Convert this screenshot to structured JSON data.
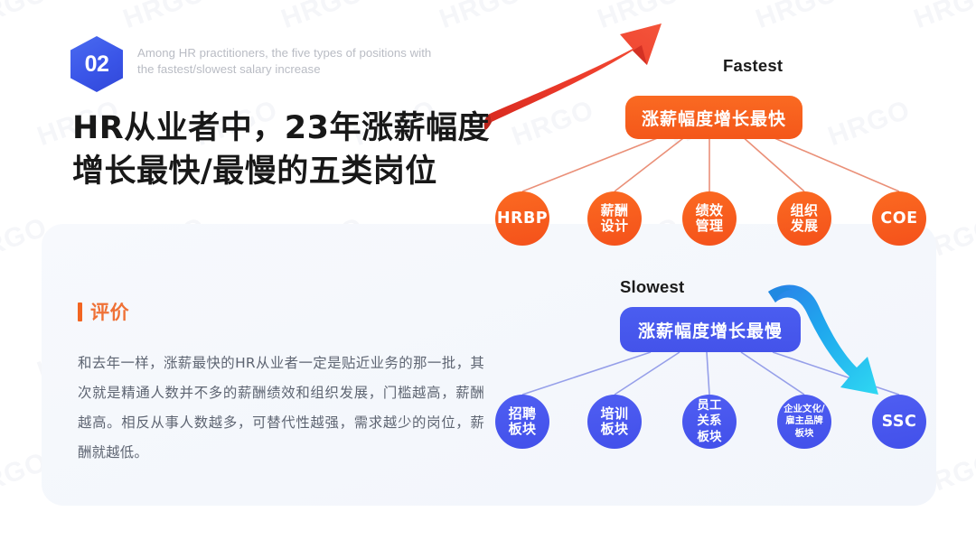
{
  "header": {
    "badge_number": "02",
    "subtitle_en": "Among HR practitioners, the five types of positions with the fastest/slowest salary increase",
    "title_line1": "HR从业者中，23年涨薪幅度",
    "title_line2": "增长最快/最慢的五类岗位"
  },
  "evaluation": {
    "heading": "评价",
    "body": "和去年一样，涨薪最快的HR从业者一定是贴近业务的那一批，其次就是精通人数并不多的薪酬绩效和组织发展，门槛越高，薪酬越高。相反从事人数越多，可替代性越强，需求越少的岗位，薪酬就越低。"
  },
  "diagram_fastest": {
    "label": "Fastest",
    "hub_text": "涨薪幅度增长最快",
    "accent_color": "#f4571a",
    "arrow_color": "#e8342a",
    "nodes": [
      {
        "lines": [
          "HRBP"
        ],
        "type": "en"
      },
      {
        "lines": [
          "薪酬",
          "设计"
        ],
        "type": "cn"
      },
      {
        "lines": [
          "绩效",
          "管理"
        ],
        "type": "cn"
      },
      {
        "lines": [
          "组织",
          "发展"
        ],
        "type": "cn"
      },
      {
        "lines": [
          "COE"
        ],
        "type": "en"
      }
    ]
  },
  "diagram_slowest": {
    "label": "Slowest",
    "hub_text": "涨薪幅度增长最慢",
    "accent_color": "#4453ea",
    "arrow_color": "#21c5f0",
    "nodes": [
      {
        "lines": [
          "招聘",
          "板块"
        ],
        "type": "cn"
      },
      {
        "lines": [
          "培训",
          "板块"
        ],
        "type": "cn"
      },
      {
        "lines": [
          "员工",
          "关系",
          "板块"
        ],
        "type": "cn"
      },
      {
        "lines": [
          "企业文化/",
          "雇主品牌",
          "板块"
        ],
        "type": "sm"
      },
      {
        "lines": [
          "SSC"
        ],
        "type": "en"
      }
    ]
  },
  "watermark": {
    "text": "HRGO"
  }
}
